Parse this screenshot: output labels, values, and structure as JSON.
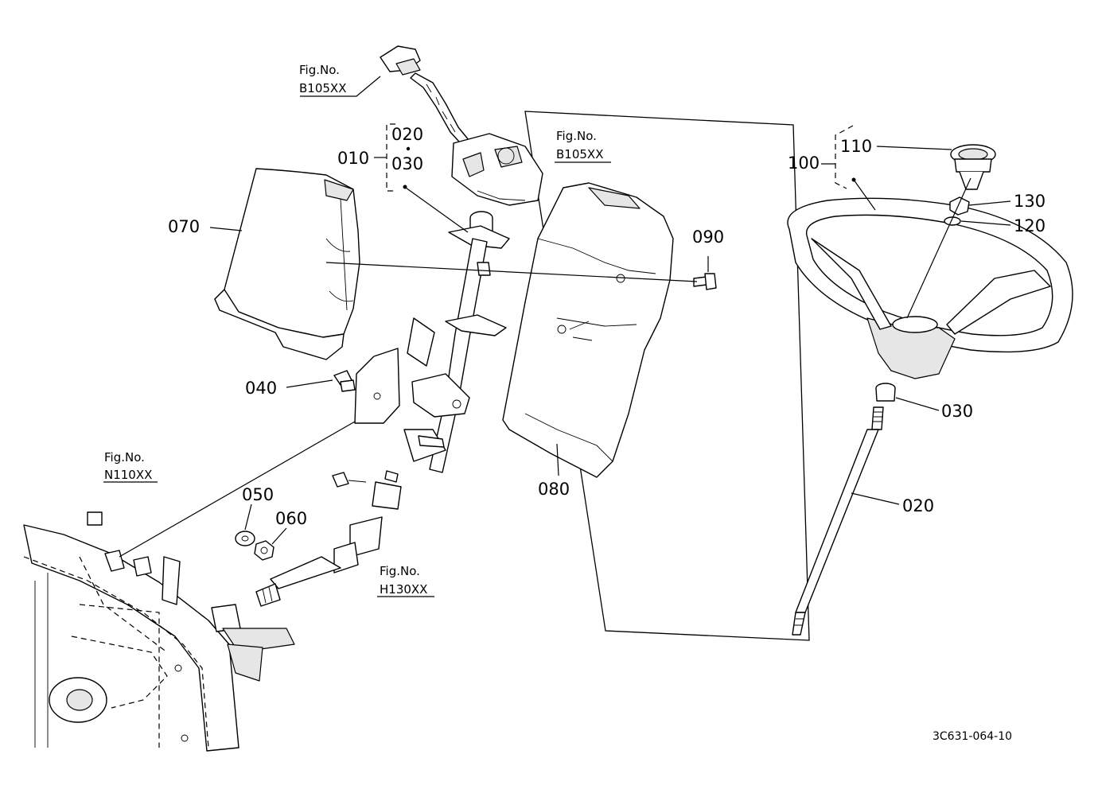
{
  "diagram": {
    "doc_code": "3C631-064-10",
    "fig_refs": {
      "top_left": {
        "label": "Fig.No.",
        "code": "B105XX"
      },
      "top_mid": {
        "label": "Fig.No.",
        "code": "B105XX"
      },
      "left": {
        "label": "Fig.No.",
        "code": "N110XX"
      },
      "bottom": {
        "label": "Fig.No.",
        "code": "H130XX"
      }
    },
    "parts": {
      "p010": "010",
      "p020a": "020",
      "p030a": "030",
      "p070": "070",
      "p040": "040",
      "p050": "050",
      "p060": "060",
      "p080": "080",
      "p090": "090",
      "p100": "100",
      "p110": "110",
      "p130": "130",
      "p120": "120",
      "p030b": "030",
      "p020b": "020"
    }
  }
}
